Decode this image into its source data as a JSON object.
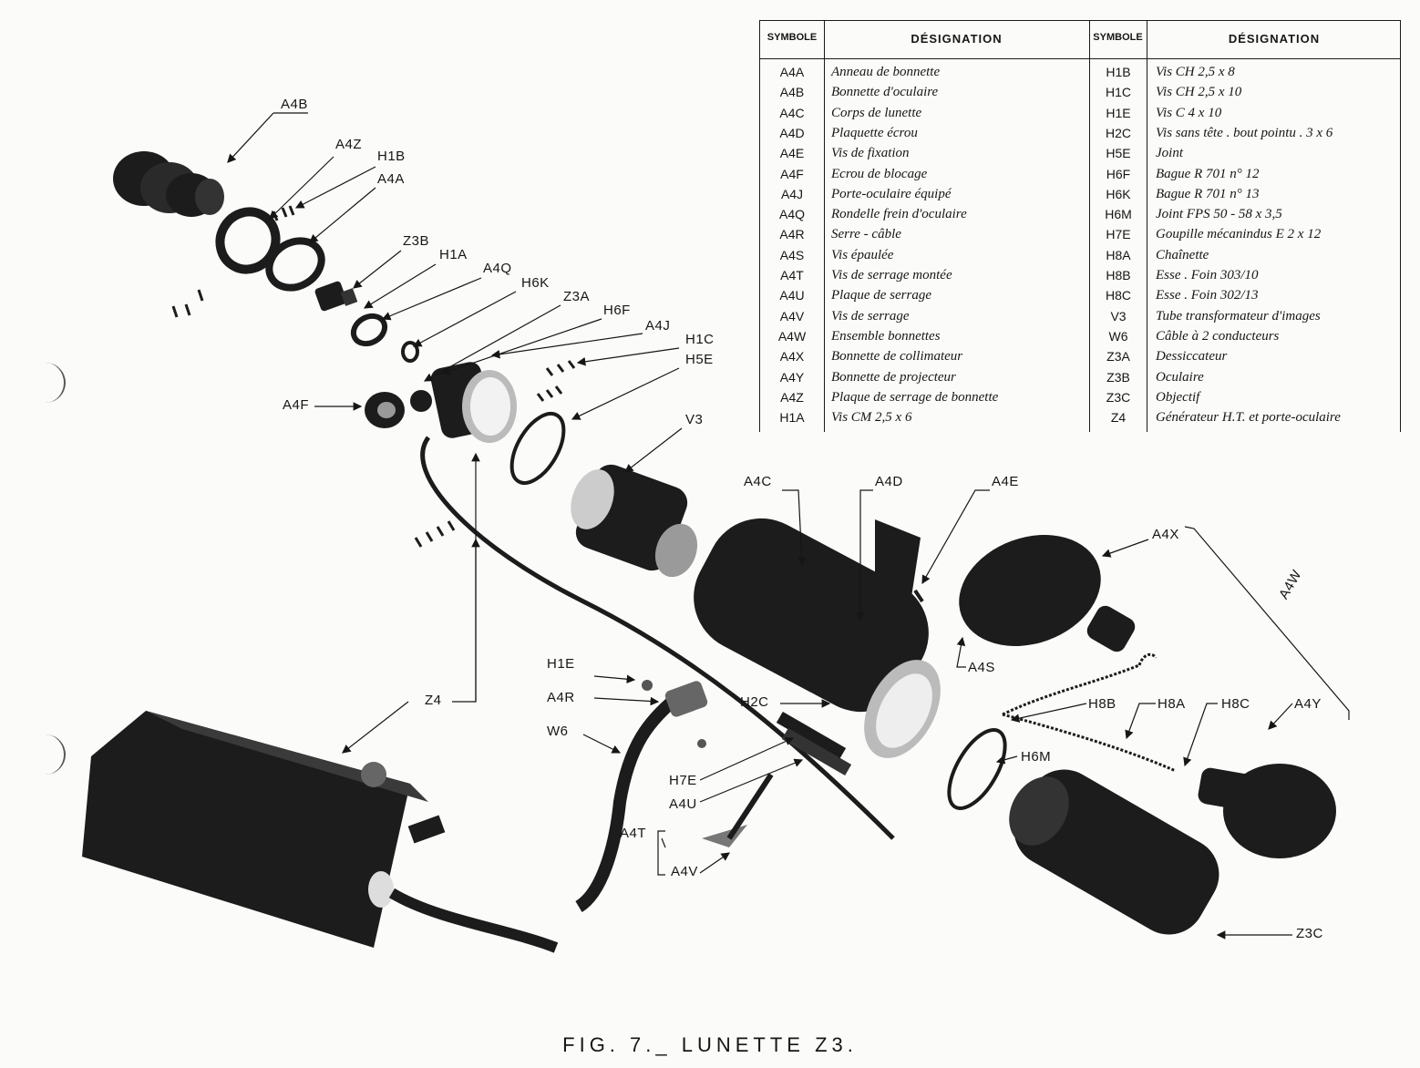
{
  "figure_title": "FIG. 7._ LUNETTE Z3.",
  "table": {
    "headers": [
      "SYMBOLE",
      "DÉSIGNATION",
      "SYMBOLE",
      "DÉSIGNATION"
    ],
    "left": [
      {
        "sym": "A4A",
        "desc": "Anneau de bonnette"
      },
      {
        "sym": "A4B",
        "desc": "Bonnette d'oculaire"
      },
      {
        "sym": "A4C",
        "desc": "Corps de lunette"
      },
      {
        "sym": "A4D",
        "desc": "Plaquette écrou"
      },
      {
        "sym": "A4E",
        "desc": "Vis de fixation"
      },
      {
        "sym": "A4F",
        "desc": "Ecrou de blocage"
      },
      {
        "sym": "A4J",
        "desc": "Porte-oculaire équipé"
      },
      {
        "sym": "A4Q",
        "desc": "Rondelle frein d'oculaire"
      },
      {
        "sym": "A4R",
        "desc": "Serre - câble"
      },
      {
        "sym": "A4S",
        "desc": "Vis épaulée"
      },
      {
        "sym": "A4T",
        "desc": "Vis de serrage montée"
      },
      {
        "sym": "A4U",
        "desc": "Plaque de serrage"
      },
      {
        "sym": "A4V",
        "desc": "Vis de serrage"
      },
      {
        "sym": "A4W",
        "desc": "Ensemble bonnettes"
      },
      {
        "sym": "A4X",
        "desc": "Bonnette de collimateur"
      },
      {
        "sym": "A4Y",
        "desc": "Bonnette de projecteur"
      },
      {
        "sym": "A4Z",
        "desc": "Plaque de serrage de bonnette"
      },
      {
        "sym": "H1A",
        "desc": "Vis CM 2,5 x 6"
      }
    ],
    "right": [
      {
        "sym": "H1B",
        "desc": "Vis CH 2,5 x 8"
      },
      {
        "sym": "H1C",
        "desc": "Vis CH 2,5 x 10"
      },
      {
        "sym": "H1E",
        "desc": "Vis C 4 x 10"
      },
      {
        "sym": "H2C",
        "desc": "Vis sans tête . bout pointu . 3 x 6"
      },
      {
        "sym": "H5E",
        "desc": "Joint"
      },
      {
        "sym": "H6F",
        "desc": "Bague R 701 n° 12"
      },
      {
        "sym": "H6K",
        "desc": "Bague R 701 n° 13"
      },
      {
        "sym": "H6M",
        "desc": "Joint FPS 50 - 58 x 3,5"
      },
      {
        "sym": "H7E",
        "desc": "Goupille mécanindus E 2 x 12"
      },
      {
        "sym": "H8A",
        "desc": "Chaînette"
      },
      {
        "sym": "H8B",
        "desc": "Esse . Foin 303/10"
      },
      {
        "sym": "H8C",
        "desc": "Esse . Foin 302/13"
      },
      {
        "sym": "V3",
        "desc": "Tube transformateur d'images"
      },
      {
        "sym": "W6",
        "desc": "Câble à 2 conducteurs"
      },
      {
        "sym": "Z3A",
        "desc": "Dessiccateur"
      },
      {
        "sym": "Z3B",
        "desc": "Oculaire"
      },
      {
        "sym": "Z3C",
        "desc": "Objectif"
      },
      {
        "sym": "Z4",
        "desc": "Générateur H.T. et porte-oculaire"
      }
    ]
  },
  "callouts": {
    "a4b": "A4B",
    "a4z": "A4Z",
    "h1b": "H1B",
    "a4a": "A4A",
    "z3b": "Z3B",
    "h1a": "H1A",
    "a4q": "A4Q",
    "h6k": "H6K",
    "z3a": "Z3A",
    "h6f": "H6F",
    "a4j": "A4J",
    "h1c": "H1C",
    "h5e": "H5E",
    "a4f": "A4F",
    "v3": "V3",
    "a4c": "A4C",
    "a4d": "A4D",
    "a4e": "A4E",
    "a4x": "A4X",
    "a4w": "A4W",
    "a4s": "A4S",
    "h1e": "H1E",
    "a4r": "A4R",
    "w6": "W6",
    "z4": "Z4",
    "h2c": "H2C",
    "h7e": "H7E",
    "a4u": "A4U",
    "a4t": "A4T",
    "a4v": "A4V",
    "h8b": "H8B",
    "h8a": "H8A",
    "h8c": "H8C",
    "a4y": "A4Y",
    "h6m": "H6M",
    "z3c": "Z3C"
  },
  "colors": {
    "ink": "#161616",
    "part_black": "#1c1c1c",
    "metal": "#8a8a8a",
    "paper": "#fbfbf9"
  }
}
